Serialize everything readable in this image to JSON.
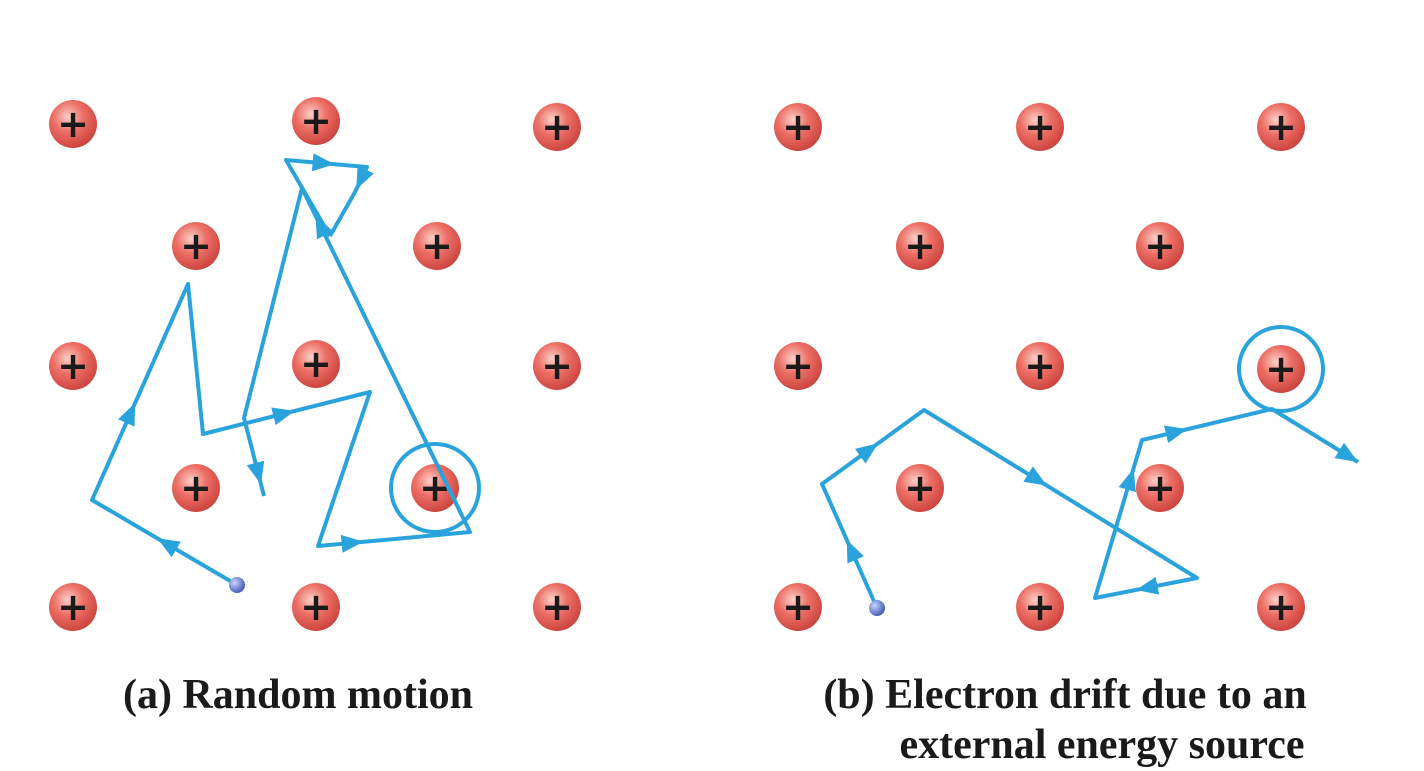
{
  "panels": [
    {
      "id": "a",
      "caption_lines": [
        "(a) Random motion"
      ],
      "ion_symbol": "+"
    },
    {
      "id": "b",
      "caption_lines": [
        "(b) Electron drift due to an",
        "external energy source"
      ],
      "ion_symbol": "+"
    }
  ],
  "colors": {
    "path": "#2aa3dc",
    "ion": "#e05a55",
    "electron": "#5a73c8",
    "caption": "#1a1a1a"
  }
}
